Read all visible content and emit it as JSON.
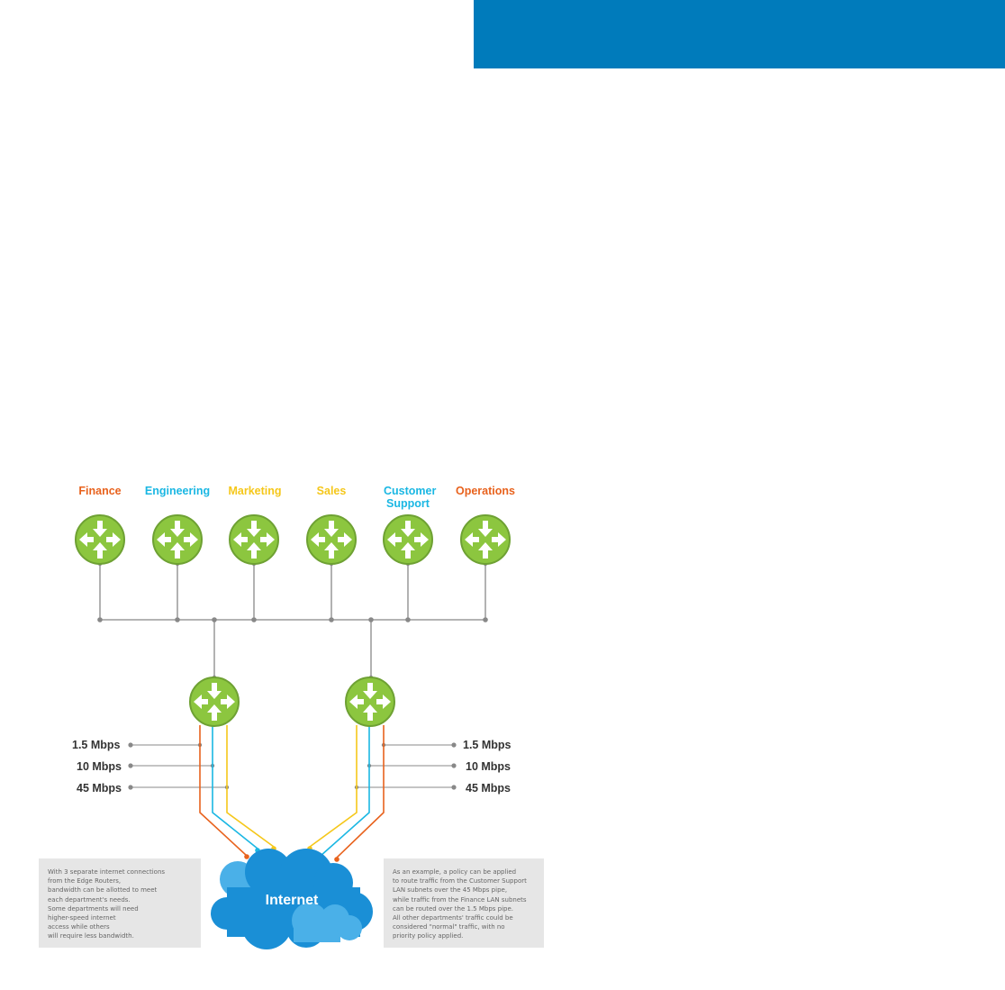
{
  "header": {
    "bar_color": "#007bbb"
  },
  "colors": {
    "orange": "#e8621d",
    "cyan": "#1ab7e3",
    "yellow": "#f5c71a",
    "router_green": "#8cc63f",
    "router_border": "#6ea133",
    "line_gray": "#888888",
    "cloud_blue": "#1a8fd6"
  },
  "departments": [
    {
      "name": "Finance",
      "color": "#e8621d"
    },
    {
      "name": "Engineering",
      "color": "#1ab7e3"
    },
    {
      "name": "Marketing",
      "color": "#f5c71a"
    },
    {
      "name": "Sales",
      "color": "#f5c71a"
    },
    {
      "name": "Customer Support",
      "color": "#1ab7e3"
    },
    {
      "name": "Operations",
      "color": "#e8621d"
    }
  ],
  "bandwidth_left": [
    "1.5 Mbps",
    "10 Mbps",
    "45 Mbps"
  ],
  "bandwidth_right": [
    "1.5 Mbps",
    "10 Mbps",
    "45 Mbps"
  ],
  "cloud": {
    "label": "Internet"
  },
  "notes": {
    "left": [
      "With 3 separate internet connections",
      "from the Edge Routers,",
      "bandwidth can be allotted to meet",
      "each department's needs.",
      "Some departments will need",
      "higher-speed internet",
      "access while others",
      "will require less bandwidth."
    ],
    "right": [
      "As an example, a policy can be applied",
      "to route traffic from the Customer Support",
      "LAN subnets over the 45 Mbps pipe,",
      "while traffic from the Finance LAN subnets",
      "can be routed over the 1.5 Mbps pipe.",
      "All other departments' traffic could be",
      "considered \"normal\" traffic, with no",
      "priority policy applied."
    ]
  }
}
